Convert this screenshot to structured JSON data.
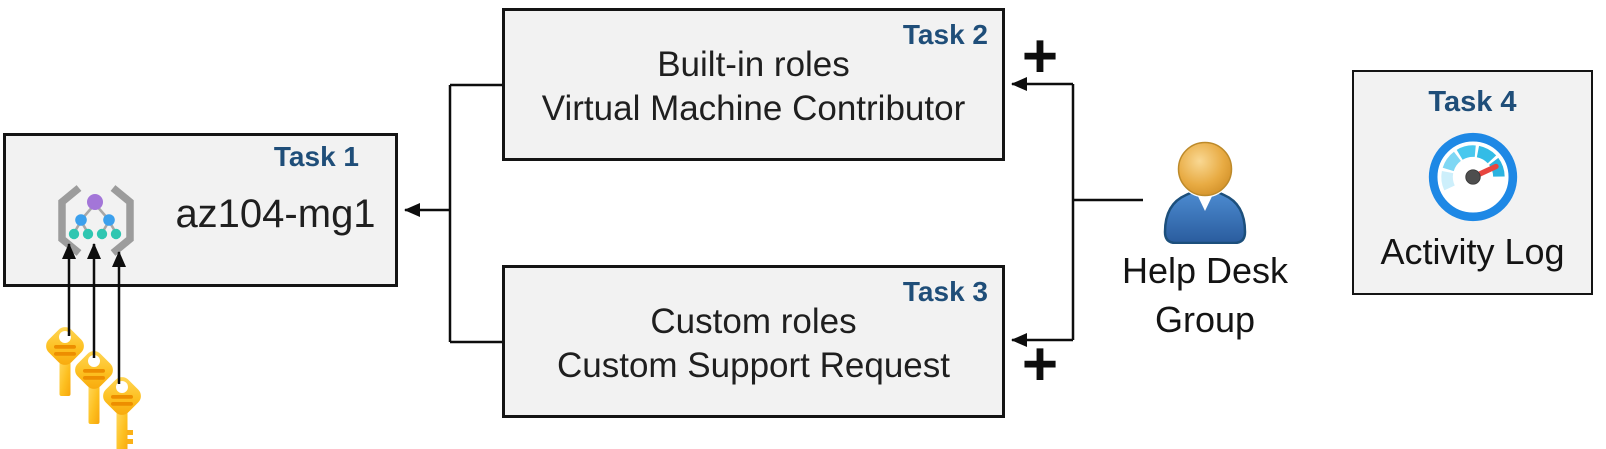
{
  "diagram": {
    "task1": {
      "badge": "Task 1",
      "title": "az104-mg1"
    },
    "task2": {
      "badge": "Task 2",
      "line1": "Built-in roles",
      "line2": "Virtual Machine Contributor"
    },
    "task3": {
      "badge": "Task 3",
      "line1": "Custom roles",
      "line2": "Custom Support Request"
    },
    "task4": {
      "badge": "Task 4",
      "label": "Activity Log"
    },
    "help_desk": {
      "line1": "Help Desk",
      "line2": "Group"
    },
    "plus_task2": "+",
    "plus_task3": "+",
    "icons": {
      "task1_icon": "management-group-icon",
      "task1_bottom_icons": "access-keys-icon",
      "help_desk_icon": "user-icon",
      "task4_icon": "activity-log-gauge-icon"
    },
    "colors": {
      "box_fill": "#f2f2f2",
      "box_border": "#141414",
      "task_badge_blue": "#1f4e79",
      "body_text": "#1f1f1f",
      "connector_black": "#0d0d0d",
      "key_gold_light": "#ffd95e",
      "key_gold_dark": "#f7a60a",
      "key_stripe_orange": "#ed8e00",
      "person_head_orange": "#e2a33c",
      "person_body_blue": "#356fb5",
      "gauge_ring_blue": "#1e88e5",
      "gauge_needle_red": "#e8453f",
      "gauge_knob_gray": "#4e4e4e",
      "mg_purple": "#a376d8",
      "mg_blue": "#3ba0ed",
      "mg_teal": "#2fc6b1",
      "mg_bracket_gray": "#9c9c9c"
    }
  }
}
